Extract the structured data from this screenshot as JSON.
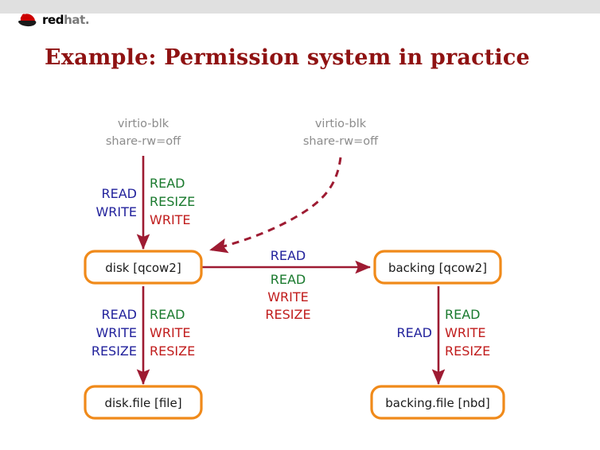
{
  "brand": {
    "name_bold": "red",
    "name_light": "hat",
    "name_dot": ".",
    "logo_icon": "redhat-shadowman-icon",
    "header_bar_color": "#e0e0e0"
  },
  "slide": {
    "title": "Example: Permission system in practice",
    "title_color": "#8f1212"
  },
  "colors": {
    "box_border": "#f08a1a",
    "arrow": "#9e1b32",
    "perm_blue": "#22229c",
    "perm_green": "#1a7a2e",
    "perm_red": "#c01c1c",
    "source_label": "#8c8c8c"
  },
  "diagram": {
    "nodes": [
      {
        "id": "disk",
        "label": "disk [qcow2]"
      },
      {
        "id": "backing",
        "label": "backing [qcow2]"
      },
      {
        "id": "disk_file",
        "label": "disk.file [file]"
      },
      {
        "id": "backing_file",
        "label": "backing.file [nbd]"
      }
    ],
    "sources": [
      {
        "id": "src_left",
        "line1": "virtio-blk",
        "line2": "share-rw=off"
      },
      {
        "id": "src_right",
        "line1": "virtio-blk",
        "line2": "share-rw=off"
      }
    ],
    "edges": [
      {
        "id": "edge-src-left-to-disk",
        "from": "src_left",
        "to": "disk",
        "style": "solid",
        "taken": {
          "lines": [
            "READ",
            "WRITE"
          ],
          "colors": [
            "blue",
            "blue"
          ]
        },
        "shared": {
          "lines": [
            "READ",
            "RESIZE",
            "WRITE"
          ],
          "colors": [
            "green",
            "green",
            "red"
          ]
        }
      },
      {
        "id": "edge-src-right-to-disk",
        "from": "src_right",
        "to": "disk",
        "style": "dashed",
        "taken": {
          "lines": [],
          "colors": []
        },
        "shared": {
          "lines": [],
          "colors": []
        }
      },
      {
        "id": "edge-disk-to-backing",
        "from": "disk",
        "to": "backing",
        "style": "solid",
        "taken": {
          "lines": [
            "READ"
          ],
          "colors": [
            "blue"
          ]
        },
        "shared": {
          "lines": [
            "READ",
            "WRITE",
            "RESIZE"
          ],
          "colors": [
            "green",
            "red",
            "red"
          ]
        }
      },
      {
        "id": "edge-disk-to-disk-file",
        "from": "disk",
        "to": "disk_file",
        "style": "solid",
        "taken": {
          "lines": [
            "READ",
            "WRITE",
            "RESIZE"
          ],
          "colors": [
            "blue",
            "blue",
            "blue"
          ]
        },
        "shared": {
          "lines": [
            "READ",
            "WRITE",
            "RESIZE"
          ],
          "colors": [
            "green",
            "red",
            "red"
          ]
        }
      },
      {
        "id": "edge-backing-to-backing-file",
        "from": "backing",
        "to": "backing_file",
        "style": "solid",
        "taken": {
          "lines": [
            "READ"
          ],
          "colors": [
            "blue"
          ]
        },
        "shared": {
          "lines": [
            "READ",
            "WRITE",
            "RESIZE"
          ],
          "colors": [
            "green",
            "red",
            "red"
          ]
        }
      }
    ],
    "labels": {
      "left_top_taken": [
        "READ",
        "WRITE"
      ],
      "left_top_shared": [
        "READ",
        "RESIZE",
        "WRITE"
      ],
      "mid_taken": [
        "READ"
      ],
      "mid_shared": [
        "READ",
        "WRITE",
        "RESIZE"
      ],
      "left_bottom_taken": [
        "READ",
        "WRITE",
        "RESIZE"
      ],
      "left_bottom_shared": [
        "READ",
        "WRITE",
        "RESIZE"
      ],
      "right_bottom_taken": [
        "READ"
      ],
      "right_bottom_shared": [
        "READ",
        "WRITE",
        "RESIZE"
      ]
    }
  }
}
